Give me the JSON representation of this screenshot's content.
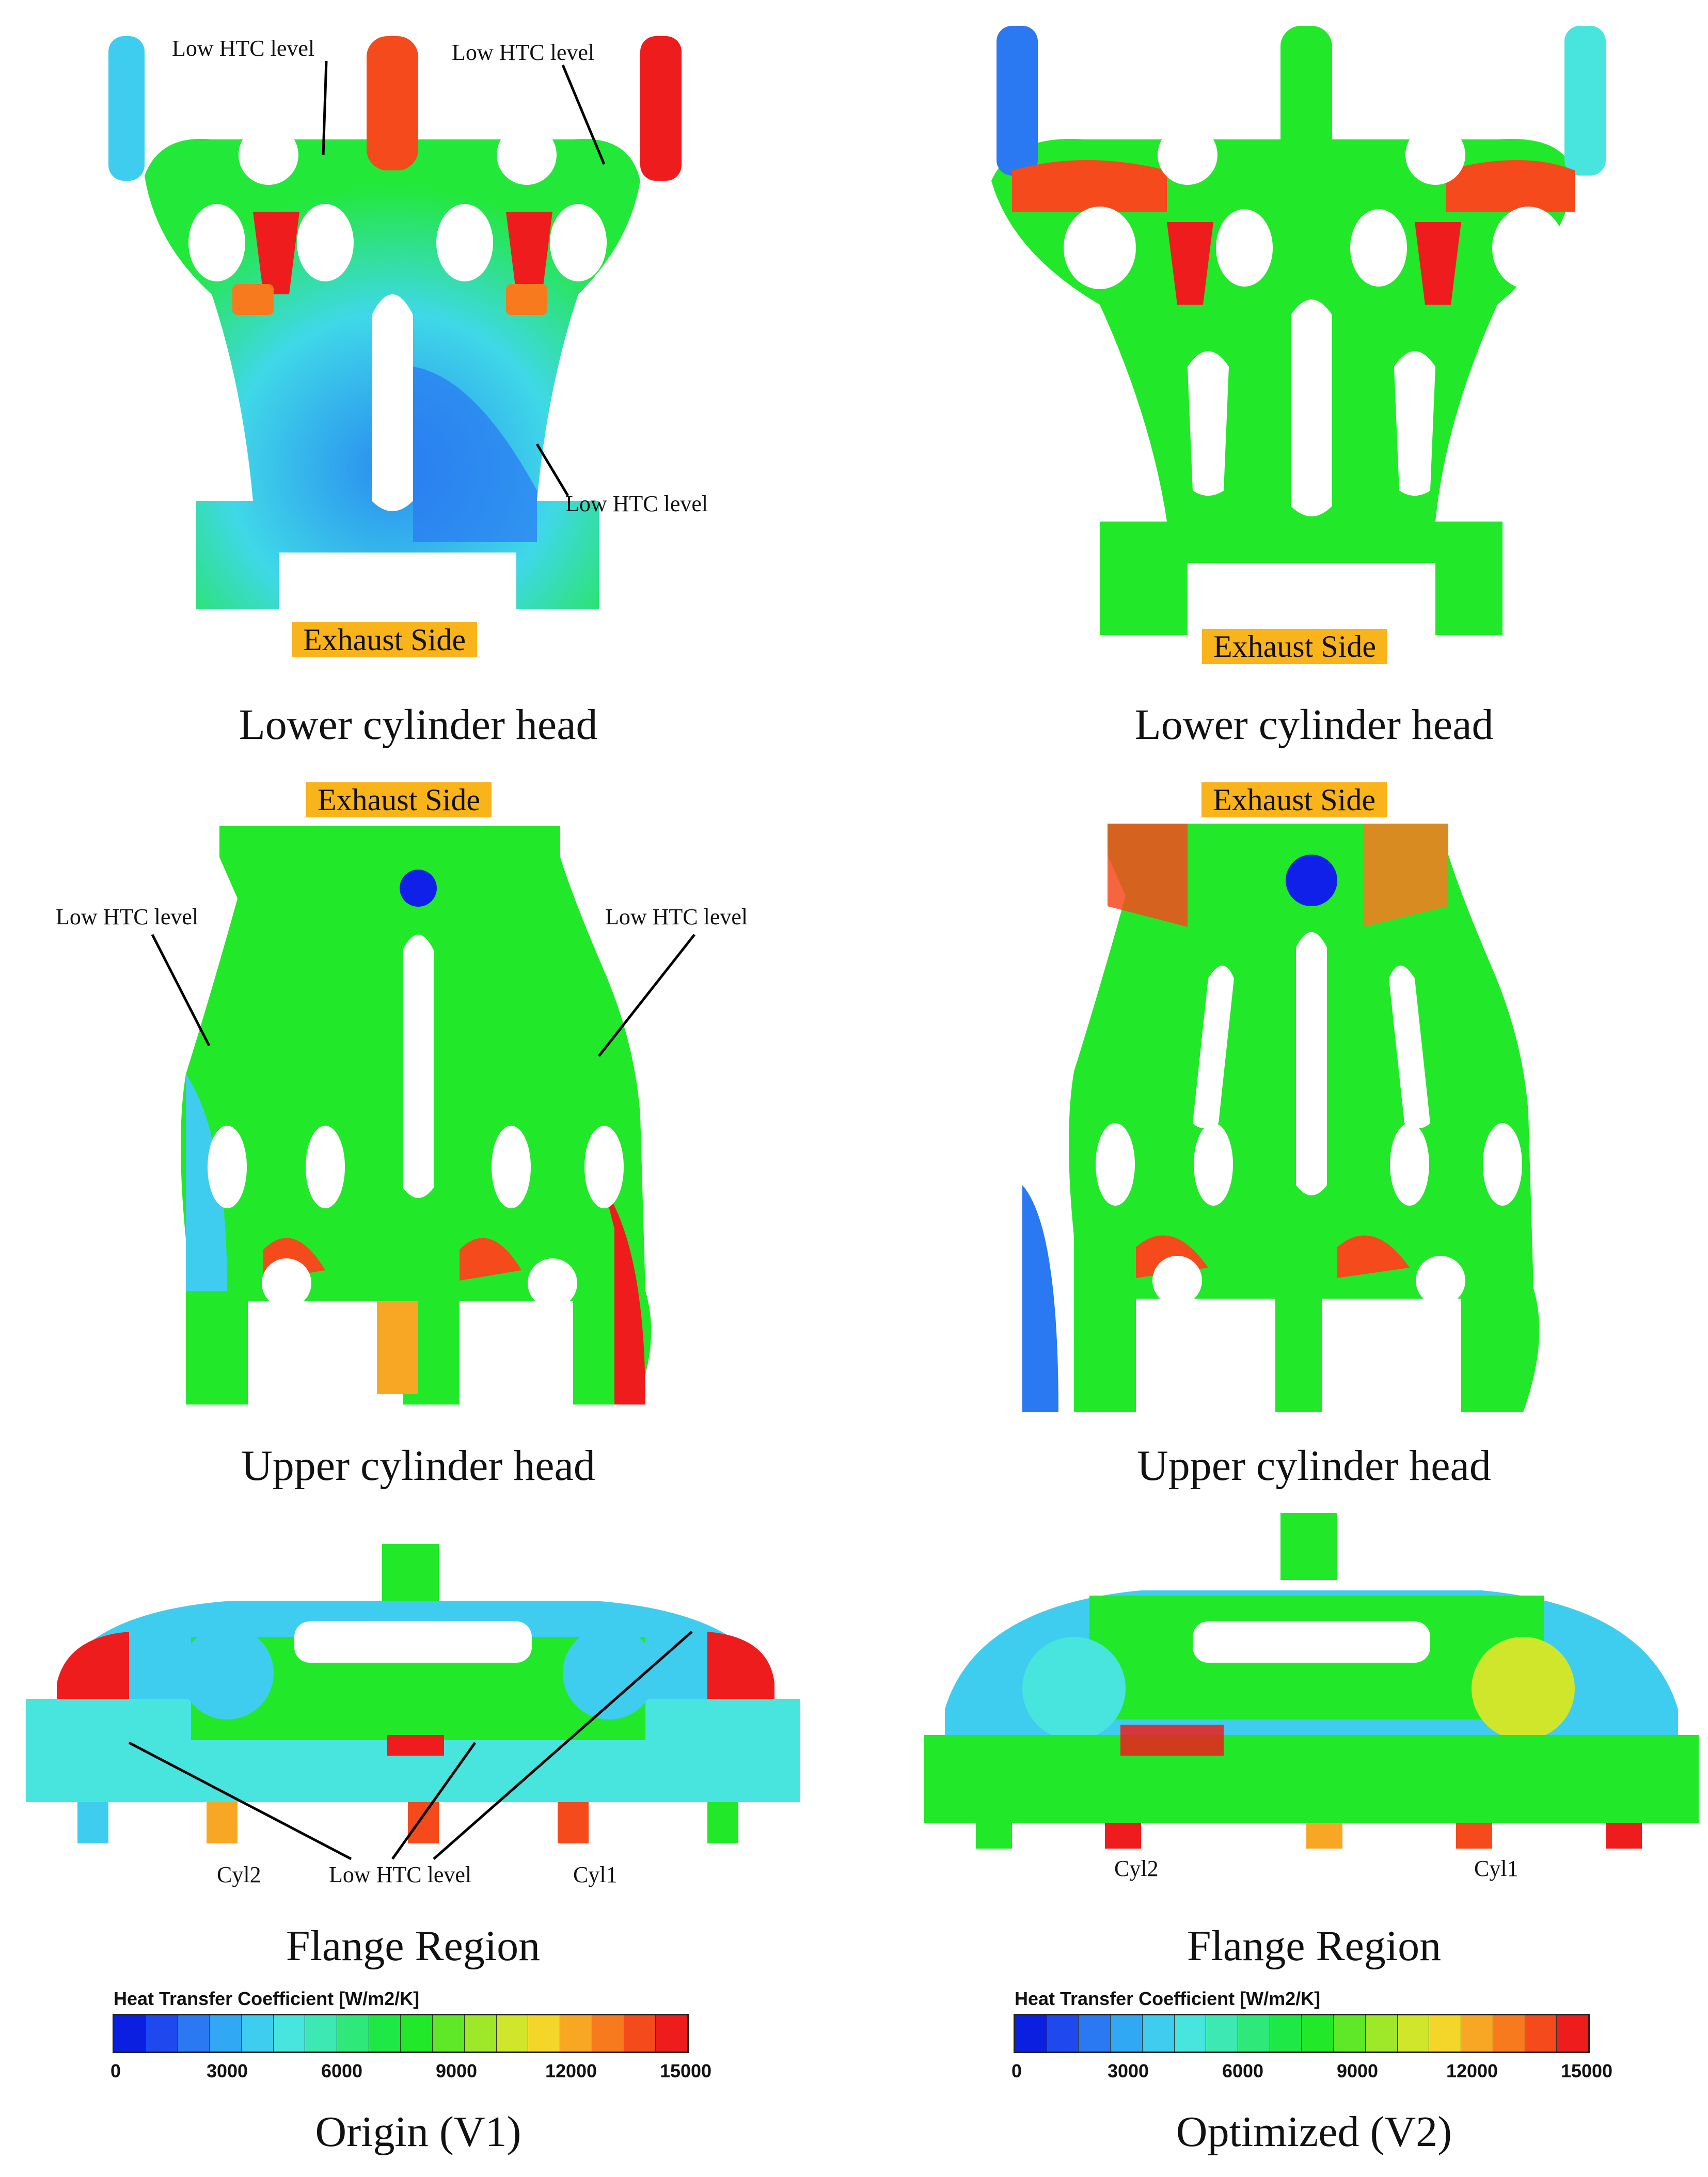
{
  "colors": {
    "tag_fill": "#f9b31b",
    "scale": [
      "#0a1fe0",
      "#1f48ef",
      "#2a78f2",
      "#30a8f4",
      "#3fcdef",
      "#48e4de",
      "#3ee8b2",
      "#2fe87a",
      "#1ee845",
      "#22e82a",
      "#5ee827",
      "#9fe829",
      "#cfe62a",
      "#f3d629",
      "#f8a724",
      "#f77a1f",
      "#f44a1c",
      "#ee1c1c"
    ]
  },
  "panels": {
    "left": {
      "lower_caption": "Lower cylinder head",
      "lower_tag": "Exhaust Side",
      "lower_annotations": [
        "Low HTC level",
        "Low HTC level",
        "Low HTC level"
      ],
      "upper_caption": "Upper cylinder head",
      "upper_tag": "Exhaust Side",
      "upper_annotations": [
        "Low HTC level",
        "Low HTC level"
      ],
      "flange_caption": "Flange Region",
      "flange_labels": {
        "cyl2": "Cyl2",
        "cyl1": "Cyl1",
        "low": "Low HTC level"
      },
      "colorbar_title": "Heat Transfer Coefficient [W/m2/K]",
      "colorbar_ticks": [
        "0",
        "3000",
        "6000",
        "9000",
        "12000",
        "15000"
      ],
      "version_caption": "Origin (V1)"
    },
    "right": {
      "lower_caption": "Lower cylinder head",
      "lower_tag": "Exhaust Side",
      "upper_caption": "Upper cylinder head",
      "upper_tag": "Exhaust Side",
      "flange_caption": "Flange Region",
      "flange_labels": {
        "cyl2": "Cyl2",
        "cyl1": "Cyl1"
      },
      "colorbar_title": "Heat Transfer Coefficient [W/m2/K]",
      "colorbar_ticks": [
        "0",
        "3000",
        "6000",
        "9000",
        "12000",
        "15000"
      ],
      "version_caption": "Optimized (V2)"
    }
  }
}
